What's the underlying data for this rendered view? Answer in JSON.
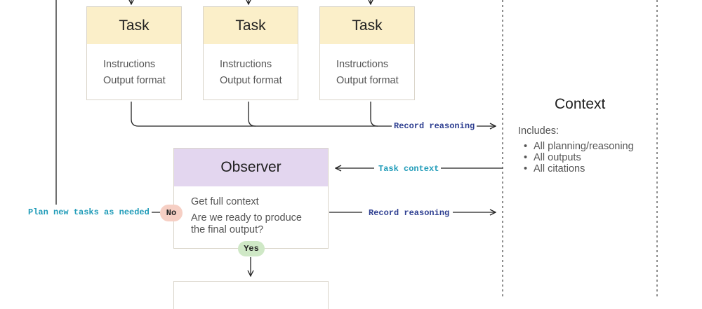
{
  "tasks": [
    {
      "title": "Task",
      "line1": "Instructions",
      "line2": "Output format"
    },
    {
      "title": "Task",
      "line1": "Instructions",
      "line2": "Output format"
    },
    {
      "title": "Task",
      "line1": "Instructions",
      "line2": "Output format"
    }
  ],
  "observer": {
    "title": "Observer",
    "line1": "Get full context",
    "line2": "Are we ready to produce the final output?"
  },
  "labels": {
    "record_reasoning_tasks": "Record reasoning",
    "task_context": "Task context",
    "record_reasoning_observer": "Record reasoning",
    "plan_new_tasks": "Plan new tasks as needed",
    "no": "No",
    "yes": "Yes"
  },
  "context": {
    "title": "Context",
    "includes": "Includes:",
    "items": [
      "All planning/reasoning",
      "All outputs",
      "All citations"
    ]
  },
  "colors": {
    "task_header": "#fbefc9",
    "observer_header": "#e3d6ef",
    "no_pill": "#f6cfc4",
    "yes_pill": "#cfe8c6",
    "label_blue": "#2e3f91",
    "label_cyan": "#1f9bb8"
  }
}
